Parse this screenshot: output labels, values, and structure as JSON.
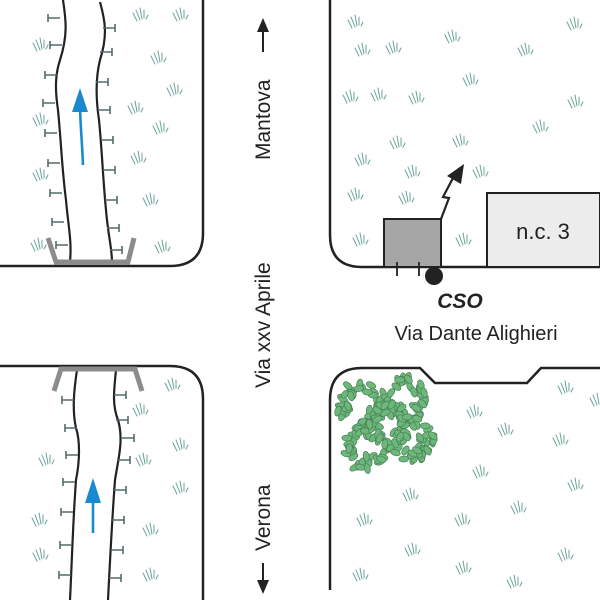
{
  "map": {
    "title": "CSO location map",
    "roads": {
      "main_street": "Via xxv Aprile",
      "north_direction": "Mantova",
      "south_direction": "Verona",
      "cross_street": "Via Dante Alighieri"
    },
    "features": {
      "cso_label": "CSO",
      "building_label": "n.c. 3"
    },
    "icons": {
      "north_arrow": "arrow-up-icon",
      "south_arrow": "arrow-down-icon",
      "flow_arrow": "flow-arrow-icon",
      "discharge_arrow": "lightning-arrow-icon",
      "cso_point": "circle-marker-icon",
      "vegetation": "tree-canopy-icon",
      "grass": "grass-tuft-icon"
    },
    "colors": {
      "water_flow": "#1a8ad0",
      "vegetation": "#6cb87a",
      "vegetation_outline": "#4a7f58",
      "grass": "#6aa39a",
      "bridge": "#8c8c8c",
      "cso_building": "#a6a6a6",
      "building": "#ececec",
      "lines": "#222222"
    }
  }
}
